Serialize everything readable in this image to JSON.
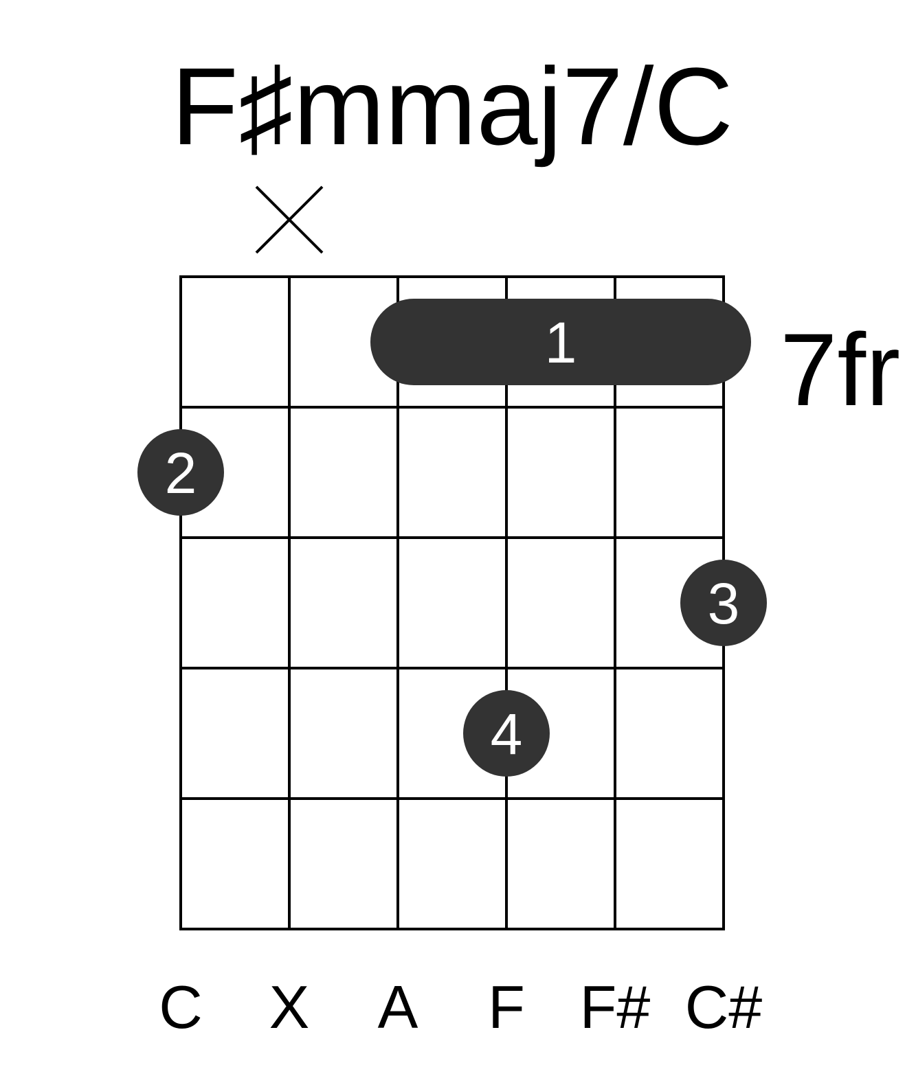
{
  "chord": {
    "name": "F♯mmaj7/C",
    "base_fret_label": "7fr",
    "string_count": 6,
    "fret_count": 5
  },
  "strings": [
    {
      "note": "C",
      "muted": false
    },
    {
      "note": "X",
      "muted": true
    },
    {
      "note": "A",
      "muted": false
    },
    {
      "note": "F",
      "muted": false
    },
    {
      "note": "F#",
      "muted": false
    },
    {
      "note": "C#",
      "muted": false
    }
  ],
  "barre": {
    "finger": "1",
    "fret": 1,
    "from_string": 3,
    "to_string": 6
  },
  "fingers": [
    {
      "finger": "2",
      "string": 1,
      "fret": 2
    },
    {
      "finger": "3",
      "string": 6,
      "fret": 3
    },
    {
      "finger": "4",
      "string": 4,
      "fret": 4
    }
  ],
  "colors": {
    "dot": "#333333",
    "dot_text": "#ffffff",
    "lines": "#000000",
    "background": "#ffffff"
  }
}
